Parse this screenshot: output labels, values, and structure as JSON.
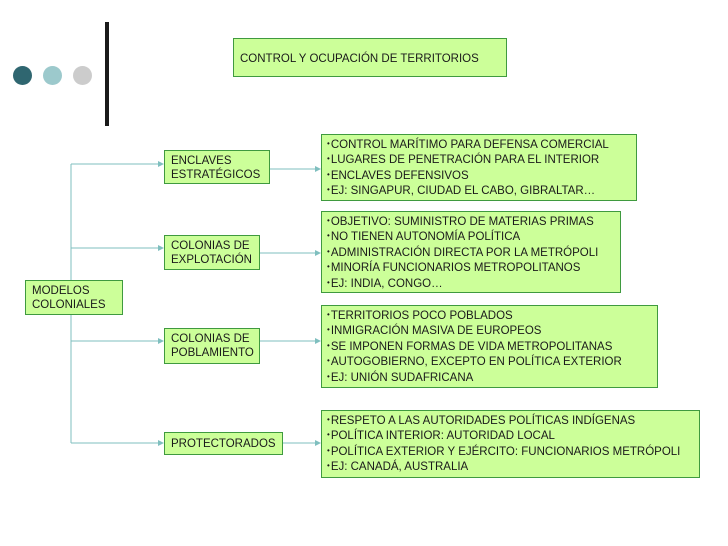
{
  "title": "CONTROL Y OCUPACIÓN DE TERRITORIOS",
  "root": [
    "MODELOS",
    "COLONIALES"
  ],
  "categories": [
    {
      "label_lines": [
        "ENCLAVES",
        "ESTRATÉGICOS"
      ],
      "items": [
        "CONTROL MARÍTIMO PARA DEFENSA COMERCIAL",
        "LUGARES DE PENETRACIÓN PARA EL INTERIOR",
        "ENCLAVES DEFENSIVOS",
        "EJ: SINGAPUR, CIUDAD EL CABO, GIBRALTAR…"
      ]
    },
    {
      "label_lines": [
        "COLONIAS DE",
        "EXPLOTACIÓN"
      ],
      "items": [
        "OBJETIVO: SUMINISTRO DE MATERIAS PRIMAS",
        "NO TIENEN AUTONOMÍA POLÍTICA",
        "ADMINISTRACIÓN DIRECTA POR LA METRÓPOLI",
        "MINORÍA FUNCIONARIOS METROPOLITANOS",
        "EJ: INDIA, CONGO…"
      ]
    },
    {
      "label_lines": [
        "COLONIAS DE",
        "POBLAMIENTO"
      ],
      "items": [
        "TERRITORIOS POCO POBLADOS",
        "INMIGRACIÓN MASIVA DE EUROPEOS",
        "SE IMPONEN FORMAS DE VIDA METROPOLITANAS",
        "AUTOGOBIERNO, EXCEPTO EN POLÍTICA EXTERIOR",
        "EJ: UNIÓN SUDAFRICANA"
      ]
    },
    {
      "label_lines": [
        "PROTECTORADOS"
      ],
      "items": [
        "RESPETO A LAS AUTORIDADES POLÍTICAS INDÍGENAS",
        "POLÍTICA INTERIOR: AUTORIDAD LOCAL",
        "POLÍTICA EXTERIOR Y EJÉRCITO: FUNCIONARIOS METRÓPOLI",
        "EJ: CANADÁ, AUSTRALIA"
      ]
    }
  ],
  "colors": {
    "box_fill": "#ccff99",
    "box_border": "#3f9a3f",
    "connector": "#7fbfbf",
    "dot_dark": "#2f6670",
    "dot_mid": "#9cc9cc",
    "dot_light": "#cccccc"
  }
}
